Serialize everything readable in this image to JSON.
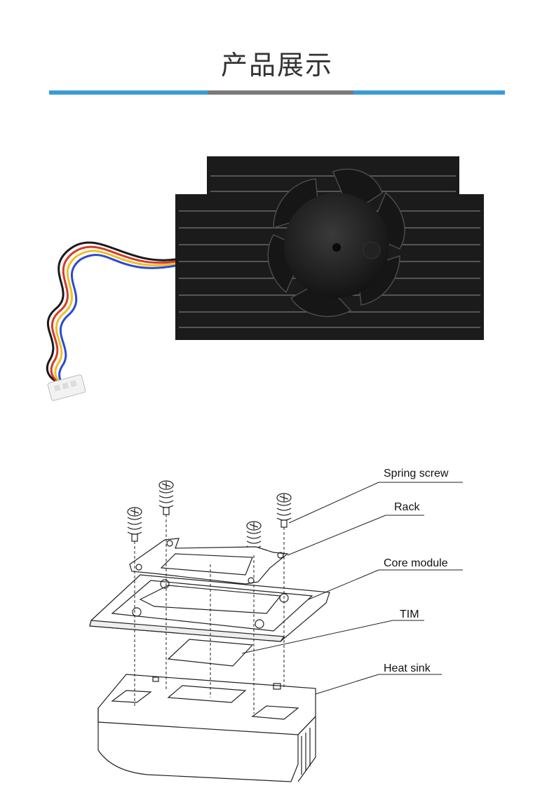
{
  "header": {
    "title": "产品展示",
    "bar_colors": {
      "left": "#3b9bd6",
      "middle": "#7a7a7a",
      "right": "#3b9bd6"
    }
  },
  "product_photo": {
    "wire_colors": [
      "#1a1a1a",
      "#d63a2a",
      "#f0c020",
      "#2a4ad6"
    ]
  },
  "diagram": {
    "labels": {
      "spring_screw": "Spring screw",
      "rack": "Rack",
      "core_module": "Core module",
      "tim": "TIM",
      "heat_sink": "Heat sink"
    }
  }
}
